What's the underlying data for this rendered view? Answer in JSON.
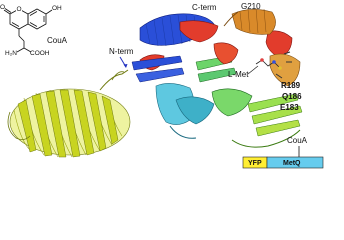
{
  "molecule": {
    "name": "CouA",
    "atoms": {
      "o_ring": "O",
      "o_carbonyl": "O",
      "oh": "OH",
      "nh2": "H₂N",
      "cooh": "COOH"
    }
  },
  "labels": {
    "c_term": "C-term",
    "n_term": "N-term",
    "g210": "G210",
    "l_met": "L-Met",
    "r189": "R189",
    "q186": "Q186",
    "e183": "E183"
  },
  "construct": {
    "couA": "CouA",
    "yfp": "YFP",
    "metq": "MetQ"
  },
  "colors": {
    "yfp_box": "#ffee33",
    "metq_box": "#66ccee",
    "barrel": "#c8d420",
    "barrel_dark": "#6f7a10",
    "helix_blue": "#2a4fd8",
    "helix_red": "#e23c2c",
    "helix_orange": "#d98a2a",
    "helix_cyan": "#5ec8e0",
    "helix_green": "#6cd46a",
    "label_arrow": "#2030c0"
  }
}
